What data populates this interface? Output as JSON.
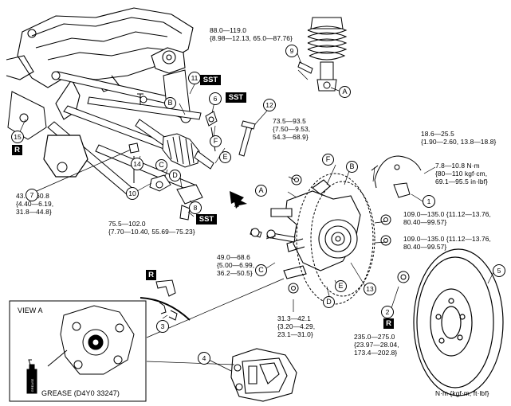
{
  "title": "",
  "labels": {
    "sst": "SST",
    "r": "R",
    "a_arrow": "A",
    "view": "VIEW A",
    "grease": "GREASE (D4Y0 33247)",
    "units": "N·m {kgf·m, ft·lbf}"
  },
  "callouts": {
    "n1": "1",
    "n2": "2",
    "n3": "3",
    "n4": "4",
    "n5": "5",
    "n6": "6",
    "n7": "7",
    "n8": "8",
    "n9": "9",
    "n10": "10",
    "n11": "11",
    "n12": "12",
    "n13": "13",
    "n14": "14",
    "n15": "15"
  },
  "letters": {
    "A": "A",
    "B": "B",
    "C": "C",
    "D": "D",
    "E": "E",
    "F": "F"
  },
  "torques": {
    "t9": [
      "88.0—119.0",
      "{8.98—12.13, 65.0—87.76}"
    ],
    "t7": [
      "43.1—60.8",
      "{4.40—6.19,",
      "31.8—44.8}"
    ],
    "t8": [
      "75.5—102.0",
      "{7.70—10.40, 55.69—75.23}"
    ],
    "t_top": [
      "73.5—93.5",
      "{7.50—9.53,",
      "54.3—68.9}"
    ],
    "t_sensor": [
      "18.6—25.5",
      "{1.90—2.60, 13.8—18.8}"
    ],
    "t_nm": [
      "7.8—10.8 N·m",
      "{80—110 kgf·cm,",
      "69.1—95.5 in·lbf}"
    ],
    "t_hub1": [
      "109.0—135.0 {11.12—13.76,",
      "80.40—99.57}"
    ],
    "t_hub2": [
      "109.0—135.0 {11.12—13.76,",
      "80.40—99.57}"
    ],
    "t_mid": [
      "49.0—68.6",
      "{5.00—6.99,",
      "36.2—50.5}"
    ],
    "t_low": [
      "31.3—42.1",
      "{3.20—4.29,",
      "23.1—31.0}"
    ],
    "t_nut": [
      "235.0—275.0",
      "{23.97—28.04,",
      "173.4—202.8}"
    ]
  }
}
